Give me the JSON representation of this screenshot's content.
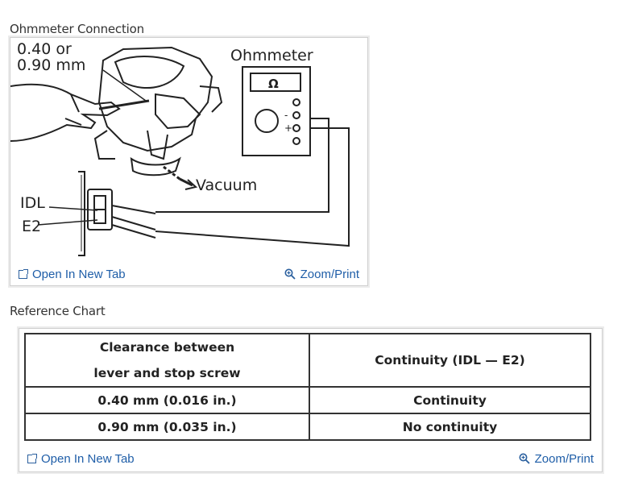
{
  "sections": {
    "ohmmeter_title": "Ohmmeter Connection",
    "chart_title": "Reference Chart"
  },
  "diagram": {
    "gap_line1": "0.40 or",
    "gap_line2": "0.90 mm",
    "meter_label": "Ohmmeter",
    "meter_symbol": "Ω",
    "vacuum_label": "Vacuum",
    "idl_label": "IDL",
    "e2_label": "E2"
  },
  "panel1_footer": {
    "open_tab": "Open In New Tab",
    "zoom_print": "Zoom/Print"
  },
  "ref_table": {
    "header_col1_line1": "Clearance between",
    "header_col1_line2": "lever and stop screw",
    "header_col2": "Continuity (IDL — E2)",
    "rows": [
      {
        "clearance": "0.40 mm (0.016 in.)",
        "continuity": "Continuity"
      },
      {
        "clearance": "0.90 mm (0.035 in.)",
        "continuity": "No continuity"
      }
    ]
  },
  "panel2_footer": {
    "open_tab": "Open In New Tab",
    "zoom_print": "Zoom/Print"
  },
  "colors": {
    "link": "#1f5ea8",
    "line_art": "#222222"
  },
  "icons": [
    "external-link-icon",
    "magnifier-icon"
  ]
}
